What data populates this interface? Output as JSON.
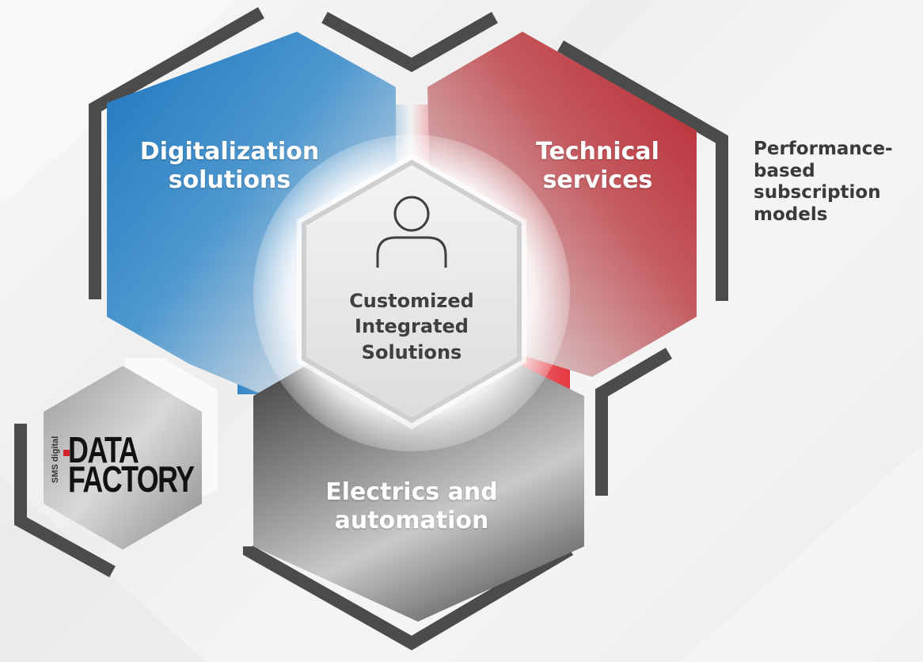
{
  "diagram": {
    "nodes": {
      "digitalization": {
        "line1": "Digitalization",
        "line2": "solutions",
        "color": "#2f86c6"
      },
      "technical": {
        "line1": "Technical",
        "line2": "services",
        "color": "#c0393f"
      },
      "electrics": {
        "line1": "Electrics and",
        "line2": "automation",
        "color": "#555555"
      },
      "center": {
        "line1": "Customized",
        "line2": "Integrated",
        "line3": "Solutions",
        "icon": "person-icon"
      }
    },
    "side_text": {
      "line1": "Performance-",
      "line2": "based",
      "line3": "subscription",
      "line4": "models"
    },
    "logo": {
      "brand": "SMS digital",
      "line1": "DATA",
      "line2": "FACTORY",
      "accent": "#d2232a"
    }
  }
}
